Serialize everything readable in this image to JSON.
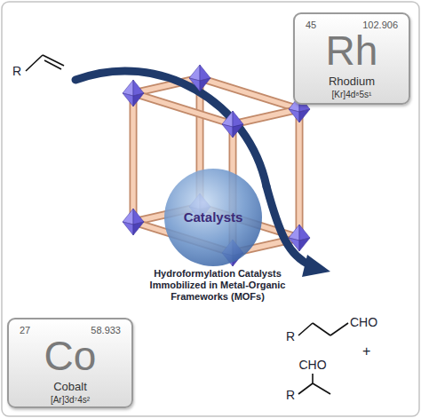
{
  "diagram": {
    "nodes": [
      {
        "text": [
          "45",
          "102.906",
          "Rh",
          "Rhodium",
          "[Kr]4d⁸5s¹"
        ]
      },
      {
        "text": [
          "Catalysts"
        ]
      },
      {
        "text": [
          "27",
          "58.933",
          "Co",
          "Cobalt",
          "[Ar]3d⁷4s²"
        ]
      }
    ],
    "labels": [
      "R",
      "Hydroformylation Catalysts Immobilized in Metal-Organic Frameworks (MOFs)",
      "R",
      "CHO",
      "+",
      "CHO",
      "R"
    ]
  }
}
